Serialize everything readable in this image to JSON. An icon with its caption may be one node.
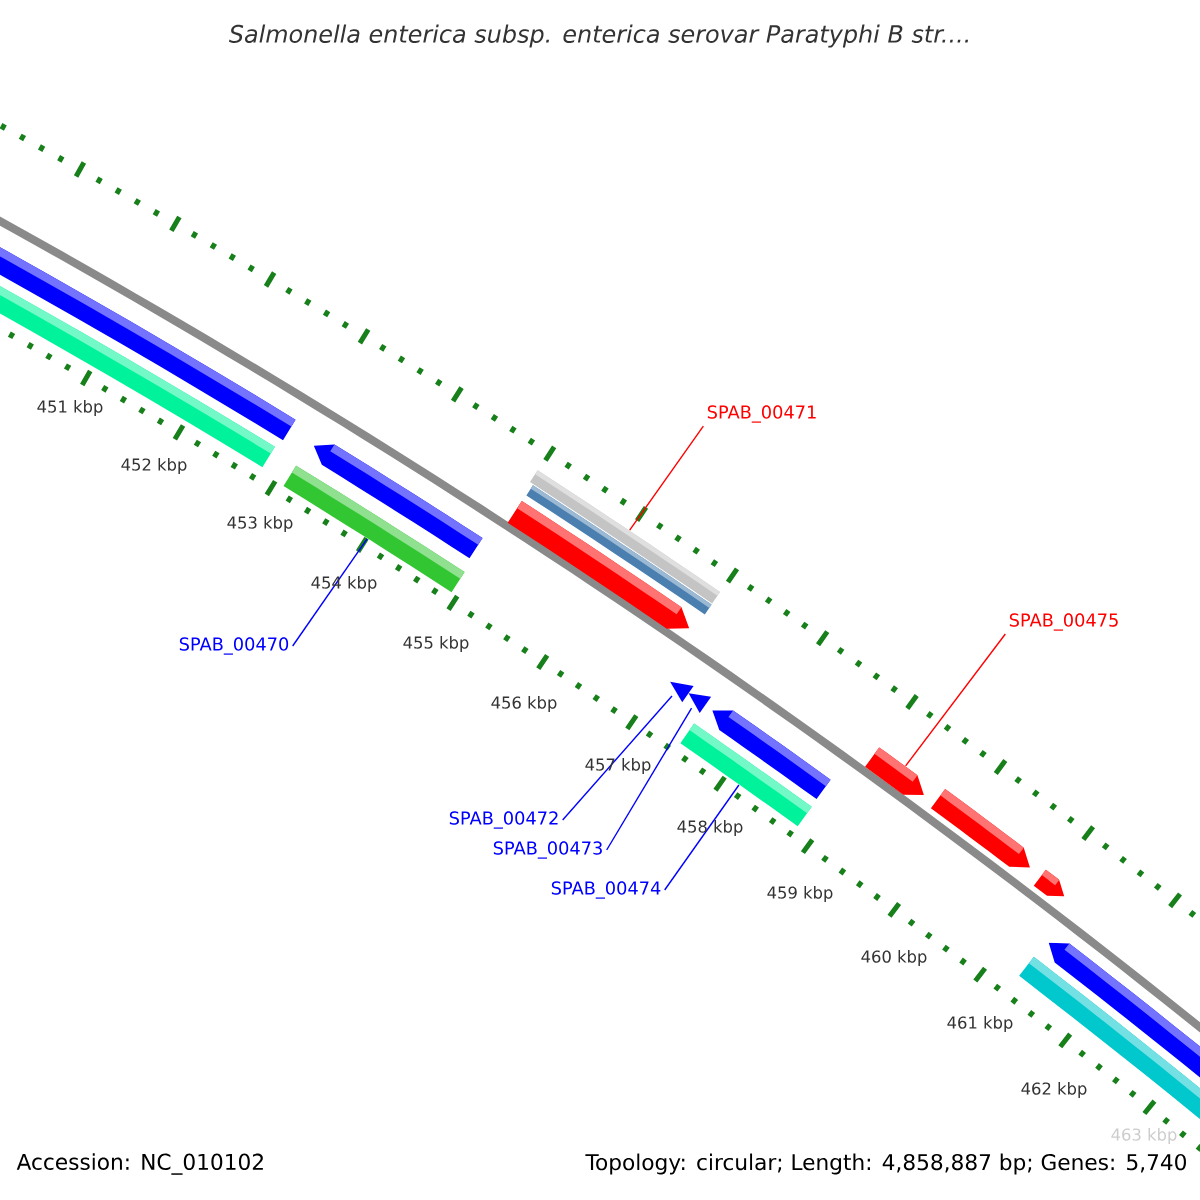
{
  "diagram": {
    "title": "Salmonella enterica subsp. enterica serovar Paratyphi B str....",
    "nodes": [
      {
        "text": [
          "SPAB_00470"
        ]
      },
      {
        "text": [
          "SPAB_00471"
        ]
      },
      {
        "text": [
          "SPAB_00475"
        ]
      },
      {
        "text": [
          "SPAB_00472"
        ]
      },
      {
        "text": [
          "SPAB_00473"
        ]
      },
      {
        "text": [
          "SPAB_00474"
        ]
      },
      {
        "text": [],
        "shape": "bar"
      },
      {
        "text": [],
        "shape": "bar"
      },
      {
        "text": [],
        "shape": "triangle"
      },
      {
        "text": [],
        "shape": "bar"
      },
      {
        "text": [],
        "shape": "triangle"
      },
      {
        "text": [],
        "shape": "bar"
      }
    ],
    "edges": [
      {
        "from": 0,
        "to": 6,
        "arrow": "none"
      },
      {
        "from": 1,
        "to": 7,
        "arrow": "none",
        "color": "#ff0000"
      },
      {
        "from": 2,
        "to": 11,
        "arrow": "none",
        "color": "#ff0000"
      },
      {
        "from": 3,
        "to": 8,
        "arrow": "none"
      },
      {
        "from": 4,
        "to": 10,
        "arrow": "none"
      },
      {
        "from": 5,
        "to": 9,
        "arrow": "none"
      }
    ],
    "labels": [
      "451 kbp",
      "452 kbp",
      "453 kbp",
      "454 kbp",
      "455 kbp",
      "456 kbp",
      "457 kbp",
      "458 kbp",
      "459 kbp",
      "460 kbp",
      "461 kbp",
      "462 kbp",
      "463 kbp",
      "Accession: NC_010102",
      "Topology: circular; Length: 4,858,887 bp; Genes: 5,740"
    ]
  }
}
